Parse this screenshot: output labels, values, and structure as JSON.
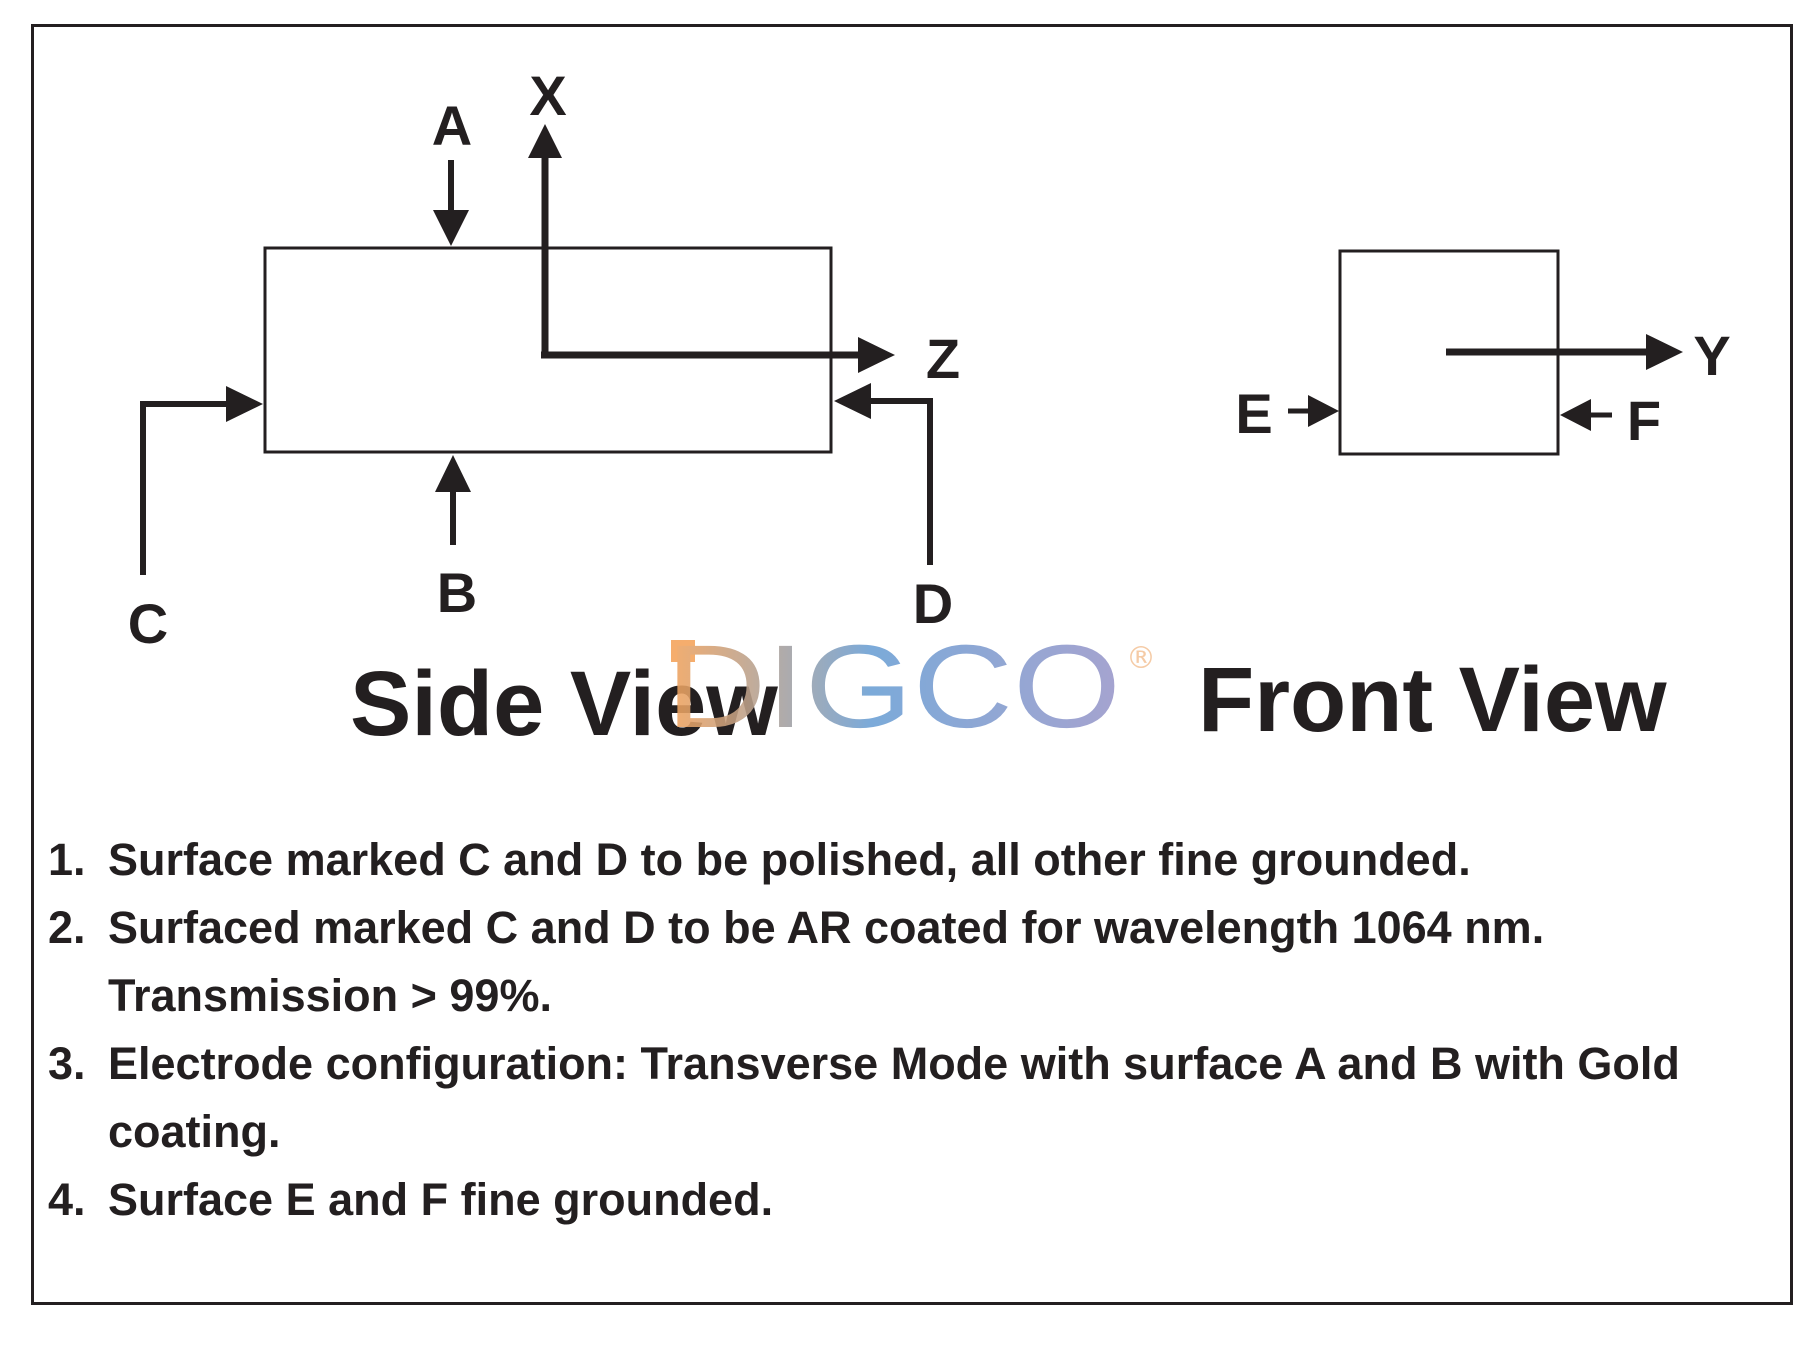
{
  "side_view": {
    "title": "Side View",
    "labels": {
      "a": "A",
      "b": "B",
      "c": "C",
      "d": "D",
      "x": "X",
      "z": "Z"
    }
  },
  "front_view": {
    "title": "Front View",
    "labels": {
      "e": "E",
      "f": "F",
      "y": "Y"
    }
  },
  "watermark": {
    "text": "DIGCO",
    "registered": "®",
    "gradient_colors": [
      "#f4a259",
      "#6a9fd4",
      "#9a97c9"
    ]
  },
  "notes": [
    {
      "num": "1.",
      "text": "Surface marked C and D to be polished, all other fine grounded."
    },
    {
      "num": "2.",
      "text": "Surfaced marked C and D to be AR coated for wavelength 1064 nm. Transmission > 99%."
    },
    {
      "num": "3.",
      "text": "Electrode configuration: Transverse Mode with surface A and B with Gold coating."
    },
    {
      "num": "4.",
      "text": "Surface E and F  fine grounded."
    }
  ],
  "colors": {
    "ink": "#231f20",
    "background": "#ffffff"
  }
}
